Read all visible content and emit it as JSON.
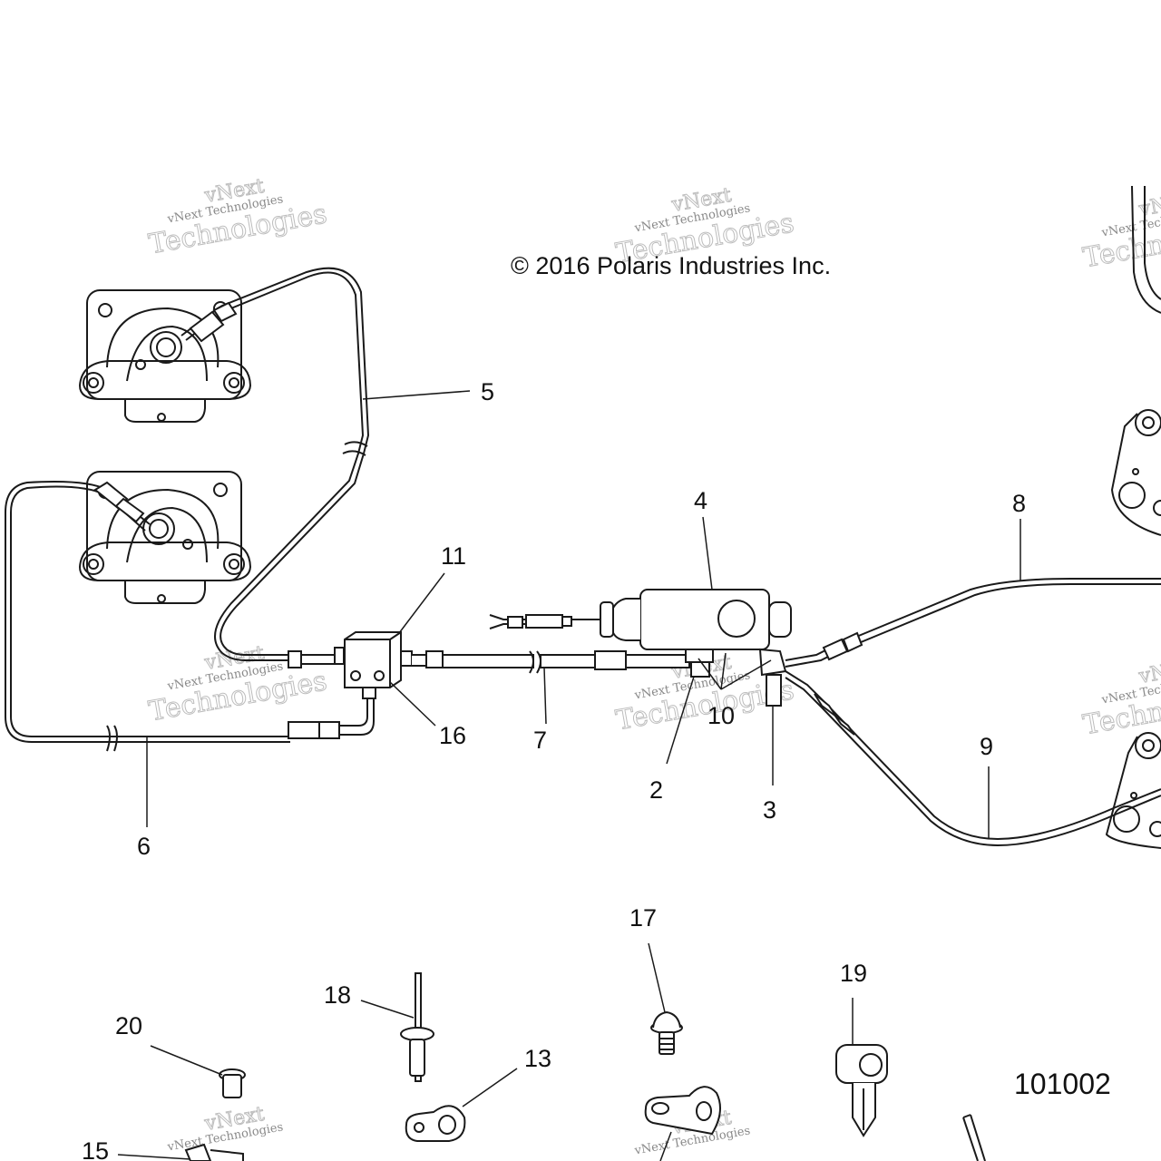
{
  "copyright": "© 2016 Polaris Industries Inc.",
  "diagram_id": "101002",
  "watermark": {
    "brand_small": "vNext Technologies",
    "brand_vnext": "vNext",
    "brand_tech": "Technologies"
  },
  "callouts": {
    "c2": "2",
    "c3": "3",
    "c4": "4",
    "c5": "5",
    "c6": "6",
    "c7": "7",
    "c8": "8",
    "c9": "9",
    "c10": "10",
    "c11": "11",
    "c13": "13",
    "c15": "15",
    "c16": "16",
    "c17": "17",
    "c18": "18",
    "c19": "19",
    "c20": "20"
  },
  "colors": {
    "line": "#1a1a1a",
    "watermark": "#bdbdbd"
  }
}
